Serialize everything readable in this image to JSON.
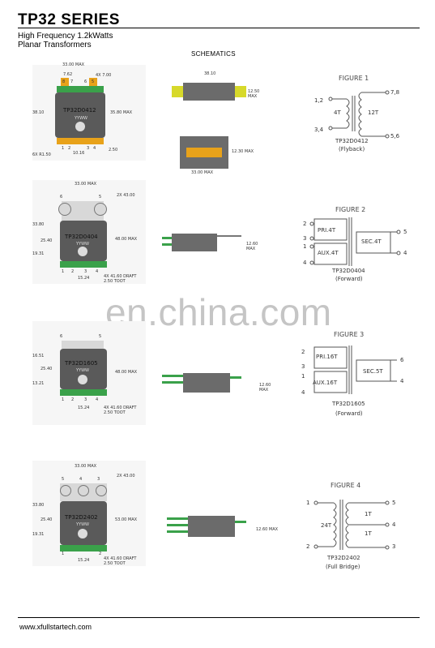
{
  "header": {
    "title": "TP32 SERIES",
    "subtitle_line1": "High Frequency 1.2kWatts",
    "subtitle_line2": "Planar Transformers",
    "schematics_label": "SCHEMATICS"
  },
  "rows": [
    {
      "part": "TP32D0412",
      "dims": {
        "w_top": "33.00 MAX",
        "pitch": "7.62",
        "pin_dia": "4X 7.00",
        "h_left": "38.10",
        "h_right": "35.80 MAX",
        "bottom_w": "10.16",
        "bottom_r": "2.50",
        "bottom_l": "6X R1.50"
      },
      "pins_top": [
        "8",
        "7",
        "6",
        "5"
      ],
      "pins_bottom": [
        "1",
        "2",
        "3",
        "4"
      ],
      "marking": "YYWW",
      "side": {
        "w": "38.10",
        "h": "12.50 MAX"
      },
      "top_view": {
        "h": "12.30 MAX",
        "w": "33.00 MAX"
      },
      "figure": {
        "title": "FIGURE 1",
        "left_top": "1,2",
        "left_bottom": "3,4",
        "left_turns": "4T",
        "right_top": "7,8",
        "right_bottom": "5,6",
        "right_turns": "12T",
        "caption_part": "TP32D0412",
        "caption_mode": "(Flyback)"
      }
    },
    {
      "part": "TP32D0404",
      "dims": {
        "w_top": "33.00 MAX",
        "hole": "2X 43.00",
        "h_left1": "33.80",
        "h_left2": "25.40",
        "h_left3": "19.31",
        "h_right": "48.00 MAX",
        "bottom_w": "15.24",
        "foot": "4X 41.60 DRAFT 2.50 TOOT"
      },
      "pins_top": [
        "6",
        "5"
      ],
      "pins_bottom": [
        "1",
        "2",
        "3",
        "4"
      ],
      "marking": "YYWW",
      "side": {
        "h": "12.60 MAX"
      },
      "figure": {
        "title": "FIGURE 2",
        "pins": [
          "2",
          "3",
          "1",
          "4",
          "5",
          "4"
        ],
        "pri": "PRI.4T",
        "aux": "AUX.4T",
        "sec": "SEC.4T",
        "caption_part": "TP32D0404",
        "caption_mode": "(Forward)"
      }
    },
    {
      "part": "TP32D1605",
      "dims": {
        "h_left1": "16.51",
        "h_left2": "25.40",
        "h_left3": "13.21",
        "h_right": "48.00 MAX",
        "bottom_w": "15.24",
        "foot": "4X 41.60 DRAFT 2.50 TOOT"
      },
      "pins_top": [
        "6",
        "5"
      ],
      "pins_bottom": [
        "1",
        "2",
        "3",
        "4"
      ],
      "marking": "YYWW",
      "side": {
        "h": "12.60 MAX"
      },
      "figure": {
        "title": "FIGURE 3",
        "pins": [
          "2",
          "3",
          "1",
          "4",
          "6",
          "4"
        ],
        "pri": "PRI.16T",
        "aux": "AUX.16T",
        "sec": "SEC.5T",
        "caption_part": "TP32D1605",
        "caption_mode": "(Forward)"
      }
    },
    {
      "part": "TP32D2402",
      "dims": {
        "w_top": "33.00 MAX",
        "hole": "2X 43.00",
        "h_left1": "33.80",
        "h_left2": "25.40",
        "h_left3": "19.31",
        "h_right": "53.00 MAX",
        "bottom_w": "15.24",
        "foot": "4X 41.60 DRAFT 2.50 TOOT"
      },
      "pins_top": [
        "5",
        "4",
        "3"
      ],
      "pins_bottom": [
        "1",
        "2"
      ],
      "marking": "YYWW",
      "side": {
        "h": "12.60 MAX"
      },
      "figure": {
        "title": "FIGURE 4",
        "left_top": "1",
        "left_bottom": "2",
        "left_turns": "24T",
        "right_top": "5",
        "right_mid": "4",
        "right_bottom": "3",
        "right_turns_top": "1T",
        "right_turns_bottom": "1T",
        "caption_part": "TP32D2402",
        "caption_mode": "(Full Bridge)"
      }
    }
  ],
  "footer": {
    "url": "www.xfullstartech.com"
  },
  "watermark": "en.china.com",
  "colors": {
    "body": "#5a5a5a",
    "green": "#3aa14a",
    "orange": "#e8a21a",
    "yellow": "#d7d92a"
  }
}
